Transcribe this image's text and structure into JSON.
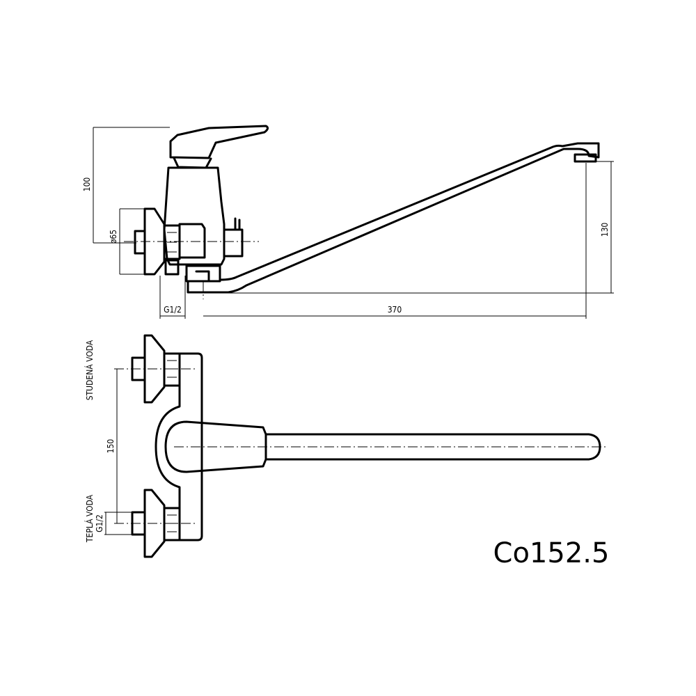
{
  "drawing": {
    "model_code": "Co152.5",
    "side_view": {
      "dim_height_total": "100",
      "dim_flange_diameter": "ø65",
      "dim_thread_side": "G1/2",
      "dim_spout_reach": "370",
      "dim_spout_height": "130"
    },
    "top_view": {
      "label_cold_water": "STUDENÁ VODA",
      "label_hot_water": "TEPLÁ VODA",
      "dim_spacing": "150",
      "dim_thread_top": "G1/2"
    }
  }
}
